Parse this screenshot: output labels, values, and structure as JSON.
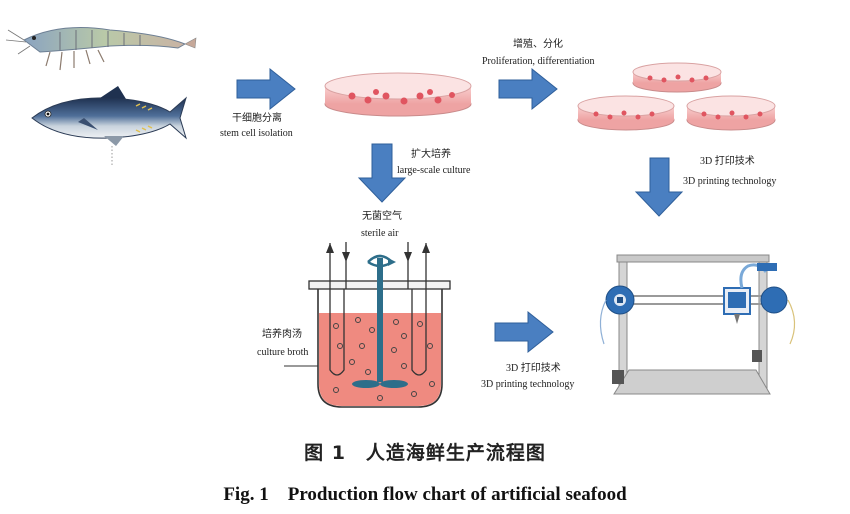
{
  "labels": {
    "stem_cn": "干细胞分离",
    "stem_en": "stem cell isolation",
    "prolif_cn": "增殖、分化",
    "prolif_en": "Proliferation, differentiation",
    "scale_cn": "扩大培养",
    "scale_en": "large-scale culture",
    "air_cn": "无菌空气",
    "air_en": "sterile air",
    "broth_cn": "培养肉汤",
    "broth_en": "culture broth",
    "print1_cn": "3D 打印技术",
    "print1_en": "3D printing technology",
    "print2_cn": "3D 打印技术",
    "print2_en": "3D printing technology"
  },
  "caption": {
    "zh": "图 1　人造海鲜生产流程图",
    "en": "Fig. 1　Production flow chart of artificial seafood"
  },
  "colors": {
    "arrow_fill": "#4a7fc1",
    "arrow_stroke": "#2f5f9a",
    "cell_red": "#e05560",
    "dish_pink": "#f4b7b7",
    "broth": "#ef8a80",
    "printer_blue": "#2e6db4"
  }
}
